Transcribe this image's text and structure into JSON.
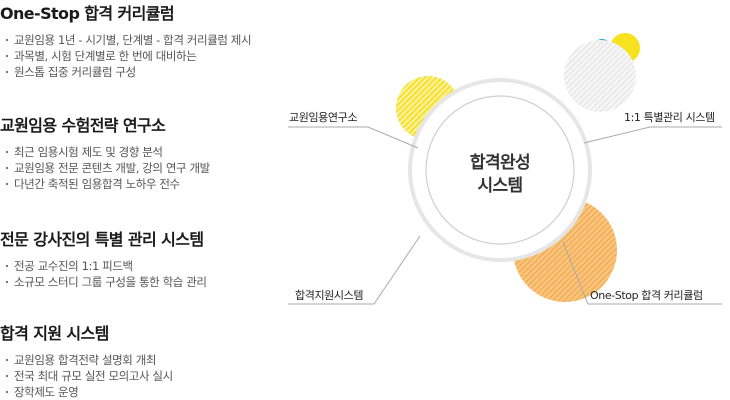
{
  "sections": [
    {
      "title": "One-Stop 합격 커리큘럼",
      "items": [
        "교원임용 1년 - 시기별, 단계별 - 합격 커리큘럼 제시",
        "과목별, 시험 단계별로 한 번에 대비하는",
        "원스톱 집중 커리큘럼 구성"
      ]
    },
    {
      "title": "교원임용 수험전략 연구소",
      "items": [
        "최근 임용시험 제도 및 경향 분석",
        "교원임용 전문 콘텐츠 개발, 강의 연구 개발",
        "다년간 축적된 임용합격 노하우 전수"
      ]
    },
    {
      "title": "전문 강사진의 특별 관리 시스템",
      "items": [
        "전공 교수진의 1:1 피드백",
        "소규모 스터디 그룹 구성을 통한 학습 관리"
      ]
    },
    {
      "title": "합격 지원 시스템",
      "items": [
        "교원임용 합격전략 설명회 개최",
        "전국 최대 규모 실전 모의고사 실시",
        "장학제도 운영"
      ]
    }
  ],
  "diagram": {
    "center_line1": "합격완성",
    "center_line2": "시스템",
    "label_research": "교원임용연구소",
    "label_special": "1:1 특별관리 시스템",
    "label_support": "합격지원시스템",
    "label_onestop": "One-Stop 합격 커리큘럼",
    "colors": {
      "yellow": "#f6e21e",
      "blue": "#2aa6df",
      "orange": "#f5a94a",
      "gray": "#e4e4e4",
      "ring": "#e6e6e6",
      "line": "#aaaaaa"
    }
  }
}
